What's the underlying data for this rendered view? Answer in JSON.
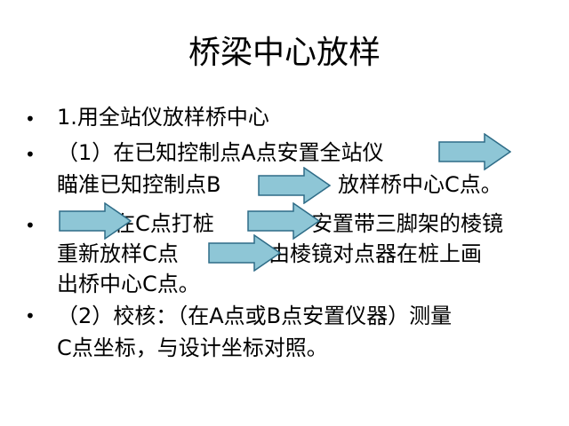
{
  "slide": {
    "title": "桥梁中心放样",
    "bullet_char": "•",
    "items": [
      {
        "lines": [
          "1.用全站仪放样桥中心"
        ]
      },
      {
        "lines": [
          "（1）在已知控制点A点安置全站仪",
          "瞄准已知控制点B",
          "放样桥中心C点。"
        ]
      },
      {
        "lines": [
          "在C点打桩",
          "安置带三脚架的棱镜",
          "重新放样C点",
          "由棱镜对点器在桩上画",
          "出桥中心C点。"
        ]
      },
      {
        "lines": [
          "（2）校核：（在A点或B点安置仪器）测量",
          "C点坐标，与设计坐标对照。"
        ]
      }
    ]
  },
  "colors": {
    "arrow_fill": "#8EC6D6",
    "arrow_stroke": "#2E6C87",
    "text": "#000000",
    "background": "#FFFFFF"
  },
  "icons": {
    "arrow": "right-arrow-icon"
  }
}
